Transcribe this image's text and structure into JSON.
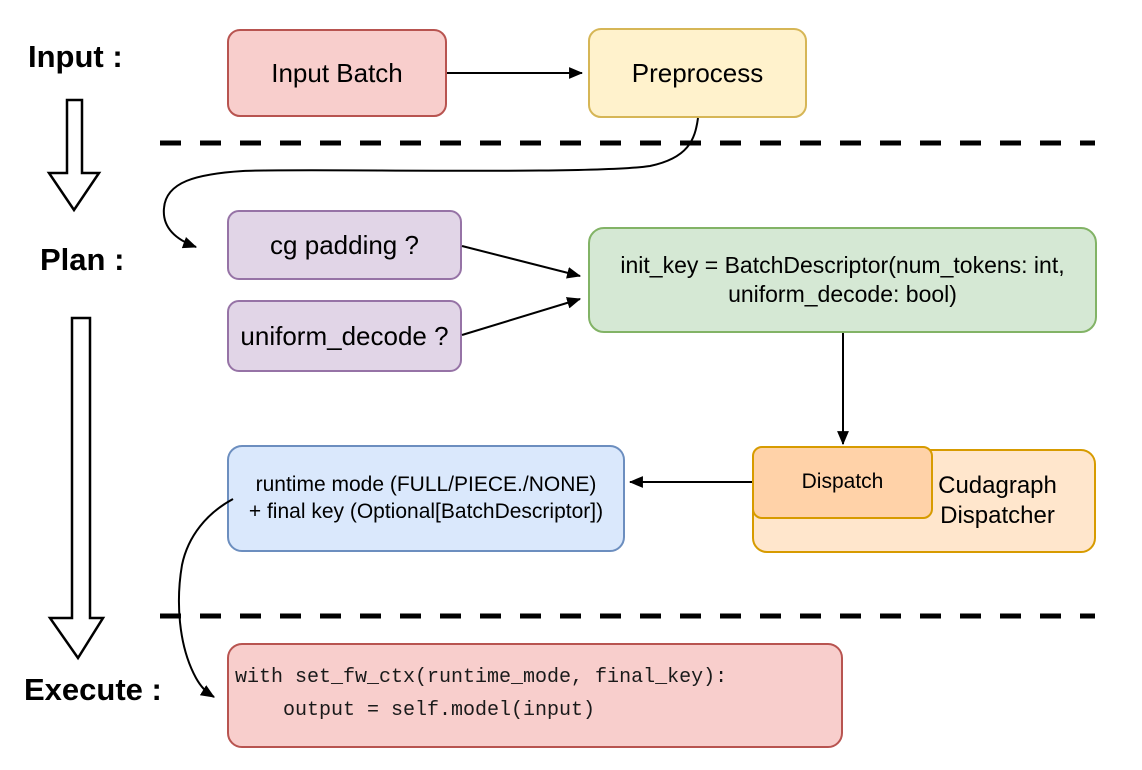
{
  "labels": {
    "input": "Input :",
    "plan": "Plan :",
    "execute": "Execute :"
  },
  "nodes": {
    "input_batch": {
      "label": "Input Batch",
      "fill": "#f8cecc",
      "stroke": "#b85450"
    },
    "preprocess": {
      "label": "Preprocess",
      "fill": "#fff2cc",
      "stroke": "#d6b656"
    },
    "cg_padding": {
      "label": "cg padding ?",
      "fill": "#e1d5e7",
      "stroke": "#9673a6"
    },
    "uniform_decode": {
      "label": "uniform_decode ?",
      "fill": "#e1d5e7",
      "stroke": "#9673a6"
    },
    "init_key": {
      "line1": "init_key = BatchDescriptor(num_tokens: int,",
      "line2": "uniform_decode: bool)",
      "fill": "#d5e8d4",
      "stroke": "#82b366"
    },
    "dispatch": {
      "label": "Dispatch",
      "fill": "#ffd2a8",
      "stroke": "#d79b00"
    },
    "cudagraph_dispatcher": {
      "line1": "Cudagraph",
      "line2": "Dispatcher",
      "fill": "#ffe6cc",
      "stroke": "#d79b00"
    },
    "runtime_mode": {
      "line1": "runtime mode (FULL/PIECE./NONE)",
      "line2": "+ final key (Optional[BatchDescriptor])",
      "fill": "#dae8fc",
      "stroke": "#6c8ebf"
    },
    "execute_code": {
      "line1": "with set_fw_ctx(runtime_mode, final_key):",
      "line2": "    output = self.model(input)",
      "fill": "#f8cecc",
      "stroke": "#b85450"
    }
  },
  "style": {
    "background": "#ffffff",
    "connector": "#000000",
    "divider": "#000000",
    "text": "#000000"
  }
}
